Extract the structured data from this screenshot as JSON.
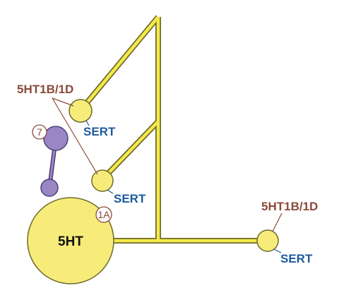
{
  "diagram": {
    "neuron_label": "5HT",
    "receptor_label": "5HT1B/1D",
    "transporter_label": "SERT",
    "badge_7": "7",
    "badge_1a": "1A"
  },
  "colors": {
    "yellow_fill": "#f7ec7a",
    "yellow_stroke": "#6e6a2a",
    "axon_fill": "#f5e94b",
    "purple_fill": "#9b86c4",
    "purple_stroke": "#4d3f78",
    "receptor_text": "#8b4a3a",
    "sert_text": "#1e5a9e",
    "pointer_line": "#8b4a3a"
  }
}
